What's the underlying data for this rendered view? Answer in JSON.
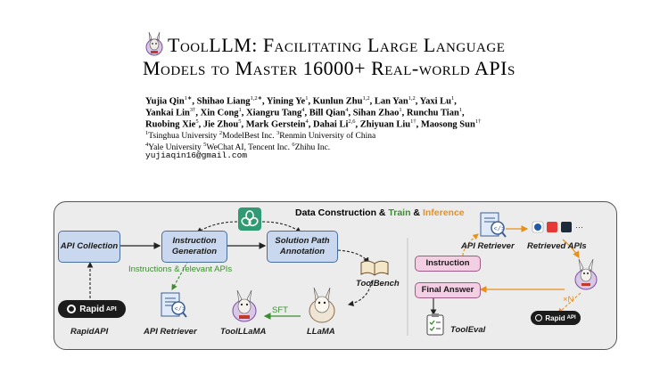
{
  "paper": {
    "title_line1": "ToolLLM: Facilitating Large Language",
    "title_line2": "Models to Master 16000+ Real-world APIs",
    "authors": [
      {
        "name": "Yujia Qin",
        "sup": "1∗"
      },
      {
        "name": "Shihao Liang",
        "sup": "1,2∗"
      },
      {
        "name": "Yining Ye",
        "sup": "1"
      },
      {
        "name": "Kunlun Zhu",
        "sup": "1,2"
      },
      {
        "name": "Lan Yan",
        "sup": "1,2"
      },
      {
        "name": "Yaxi Lu",
        "sup": "1"
      },
      {
        "name": "Yankai Lin",
        "sup": "3†"
      },
      {
        "name": "Xin Cong",
        "sup": "1"
      },
      {
        "name": "Xiangru Tang",
        "sup": "4"
      },
      {
        "name": "Bill Qian",
        "sup": "4"
      },
      {
        "name": "Sihan Zhao",
        "sup": "1"
      },
      {
        "name": "Runchu Tian",
        "sup": "1"
      },
      {
        "name": "Ruobing Xie",
        "sup": "5"
      },
      {
        "name": "Jie Zhou",
        "sup": "5"
      },
      {
        "name": "Mark Gerstein",
        "sup": "4"
      },
      {
        "name": "Dahai Li",
        "sup": "2,6"
      },
      {
        "name": "Zhiyuan Liu",
        "sup": "1†"
      },
      {
        "name": "Maosong Sun",
        "sup": "1†"
      }
    ],
    "affiliations_line1": [
      {
        "sup": "1",
        "text": "Tsinghua University "
      },
      {
        "sup": "2",
        "text": "ModelBest Inc. "
      },
      {
        "sup": "3",
        "text": "Renmin University of China"
      }
    ],
    "affiliations_line2": [
      {
        "sup": "4",
        "text": "Yale University "
      },
      {
        "sup": "5",
        "text": "WeChat AI, Tencent Inc. "
      },
      {
        "sup": "6",
        "text": "Zhihu Inc."
      }
    ],
    "email": "yujiaqin16@gmail.com"
  },
  "diagram": {
    "title_part1": "Data Construction & ",
    "title_part2": "Train",
    "title_part3": " & ",
    "title_part4": "Inference",
    "api_collection": "API Collection",
    "instruction_generation": "Instruction Generation",
    "solution_path_annotation": "Solution Path Annotation",
    "toolbench": "ToolBench",
    "instructions_note": "Instructions &   relevant APIs",
    "rapidapi_logo": "Rapid",
    "rapidapi_logo_small": "API",
    "rapidapi": "RapidAPI",
    "api_retriever_left": "API Retriever",
    "toolllama": "ToolLLaMA",
    "sft": "SFT",
    "llama": "LLaMA",
    "api_retriever_right": "API Retriever",
    "retrieved_apis": "Retrieved APIs",
    "instruction": "Instruction",
    "final_answer": "Final Answer",
    "times_n": "×N",
    "tooleval": "ToolEval",
    "rapidapi_logo_right": "Rapid",
    "rapidapi_logo_right_small": "API",
    "colors": {
      "blue_box": "#c9d8ee",
      "pink_box": "#f3cfe3",
      "green": "#3a8d2e",
      "orange": "#e7901c"
    }
  }
}
